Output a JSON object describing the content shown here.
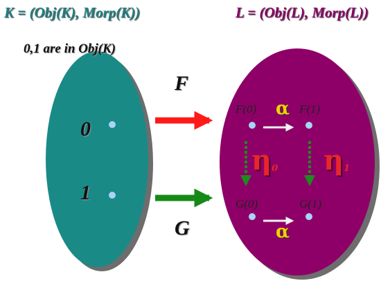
{
  "title_k": "K = (Obj(K), Morp(K))",
  "title_l": "L = (Obj(L), Morp(L))",
  "subtitle_k": "0,1 are in Obj(K)",
  "functor_f": "F",
  "functor_g": "G",
  "object_0": "0",
  "object_1": "1",
  "node_f0": "F(0)",
  "node_f1": "F(1)",
  "node_g0": "G(0)",
  "node_g1": "G(1)",
  "alpha": "α",
  "eta": "η",
  "eta_sub_0": "0",
  "eta_sub_1": "1",
  "colors": {
    "category_k": "#1a8a87",
    "category_l": "#8e0068",
    "arrow_f": "#ff1a1a",
    "arrow_g": "#168a16",
    "node_dot": "#a8d4f5",
    "alpha": "#f2d200",
    "eta": "#e8262b",
    "component_arrow": "#1f8a1f"
  }
}
